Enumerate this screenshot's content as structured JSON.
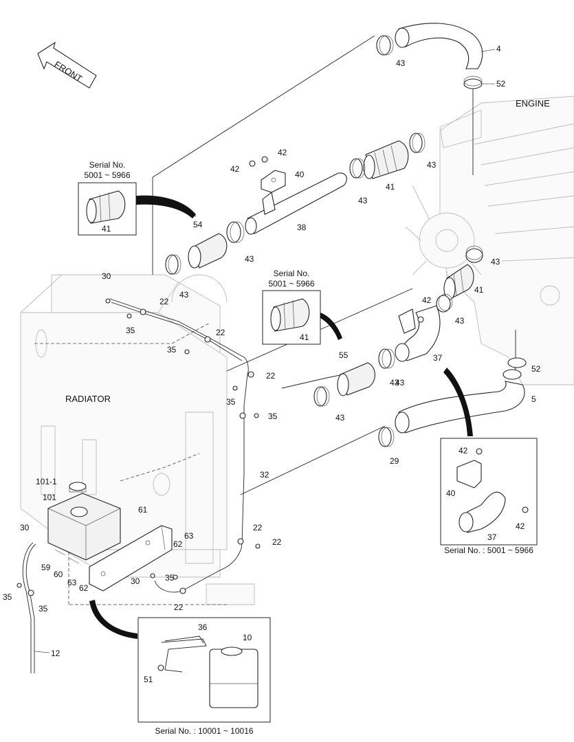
{
  "titles": {
    "front": "FRONT",
    "engine": "ENGINE",
    "radiator": "RADIATOR"
  },
  "insets": {
    "serial_left_line1": "Serial No.",
    "serial_left_line2": "5001 ~ 5966",
    "serial_mid_line1": "Serial No.",
    "serial_mid_line2": "5001 ~ 5966",
    "serial_right": "Serial No. : 5001 ~ 5966",
    "serial_bottom": "Serial No. : 10001 ~ 10016"
  },
  "callouts": [
    {
      "id": "c4",
      "text": "4"
    },
    {
      "id": "c43a",
      "text": "43"
    },
    {
      "id": "c52a",
      "text": "52"
    },
    {
      "id": "c43b",
      "text": "43"
    },
    {
      "id": "c41a",
      "text": "41"
    },
    {
      "id": "c43c",
      "text": "43"
    },
    {
      "id": "c42a",
      "text": "42"
    },
    {
      "id": "c42b",
      "text": "42"
    },
    {
      "id": "c40a",
      "text": "40"
    },
    {
      "id": "c38",
      "text": "38"
    },
    {
      "id": "c43d",
      "text": "43"
    },
    {
      "id": "c54",
      "text": "54"
    },
    {
      "id": "c43e",
      "text": "43"
    },
    {
      "id": "c41b",
      "text": "41"
    },
    {
      "id": "c43f",
      "text": "43"
    },
    {
      "id": "c41c",
      "text": "41"
    },
    {
      "id": "c42c",
      "text": "42"
    },
    {
      "id": "c43g",
      "text": "43"
    },
    {
      "id": "c43h",
      "text": "43"
    },
    {
      "id": "c30a",
      "text": "30"
    },
    {
      "id": "c22a",
      "text": "22"
    },
    {
      "id": "c35a",
      "text": "35"
    },
    {
      "id": "c22b",
      "text": "22"
    },
    {
      "id": "c35b",
      "text": "35"
    },
    {
      "id": "c22c",
      "text": "22"
    },
    {
      "id": "c35c",
      "text": "35"
    },
    {
      "id": "c35d",
      "text": "35"
    },
    {
      "id": "c41d",
      "text": "41"
    },
    {
      "id": "c55",
      "text": "55"
    },
    {
      "id": "c37a",
      "text": "37"
    },
    {
      "id": "c43i",
      "text": "43"
    },
    {
      "id": "c43j",
      "text": "43"
    },
    {
      "id": "c52b",
      "text": "52"
    },
    {
      "id": "c5",
      "text": "5"
    },
    {
      "id": "c29",
      "text": "29"
    },
    {
      "id": "c32",
      "text": "32"
    },
    {
      "id": "c101_1",
      "text": "101-1"
    },
    {
      "id": "c101",
      "text": "101"
    },
    {
      "id": "c61",
      "text": "61"
    },
    {
      "id": "c30b",
      "text": "30"
    },
    {
      "id": "c63a",
      "text": "63"
    },
    {
      "id": "c62a",
      "text": "62"
    },
    {
      "id": "c59",
      "text": "59"
    },
    {
      "id": "c60",
      "text": "60"
    },
    {
      "id": "c63b",
      "text": "63"
    },
    {
      "id": "c62b",
      "text": "62"
    },
    {
      "id": "c35e",
      "text": "35"
    },
    {
      "id": "c22d",
      "text": "22"
    },
    {
      "id": "c22e",
      "text": "22"
    },
    {
      "id": "c35f",
      "text": "35"
    },
    {
      "id": "c30c",
      "text": "30"
    },
    {
      "id": "c35g",
      "text": "35"
    },
    {
      "id": "c22f",
      "text": "22"
    },
    {
      "id": "c12",
      "text": "12"
    },
    {
      "id": "c42d",
      "text": "42"
    },
    {
      "id": "c40b",
      "text": "40"
    },
    {
      "id": "c37b",
      "text": "37"
    },
    {
      "id": "c42e",
      "text": "42"
    },
    {
      "id": "c36",
      "text": "36"
    },
    {
      "id": "c10",
      "text": "10"
    },
    {
      "id": "c51",
      "text": "51"
    }
  ]
}
